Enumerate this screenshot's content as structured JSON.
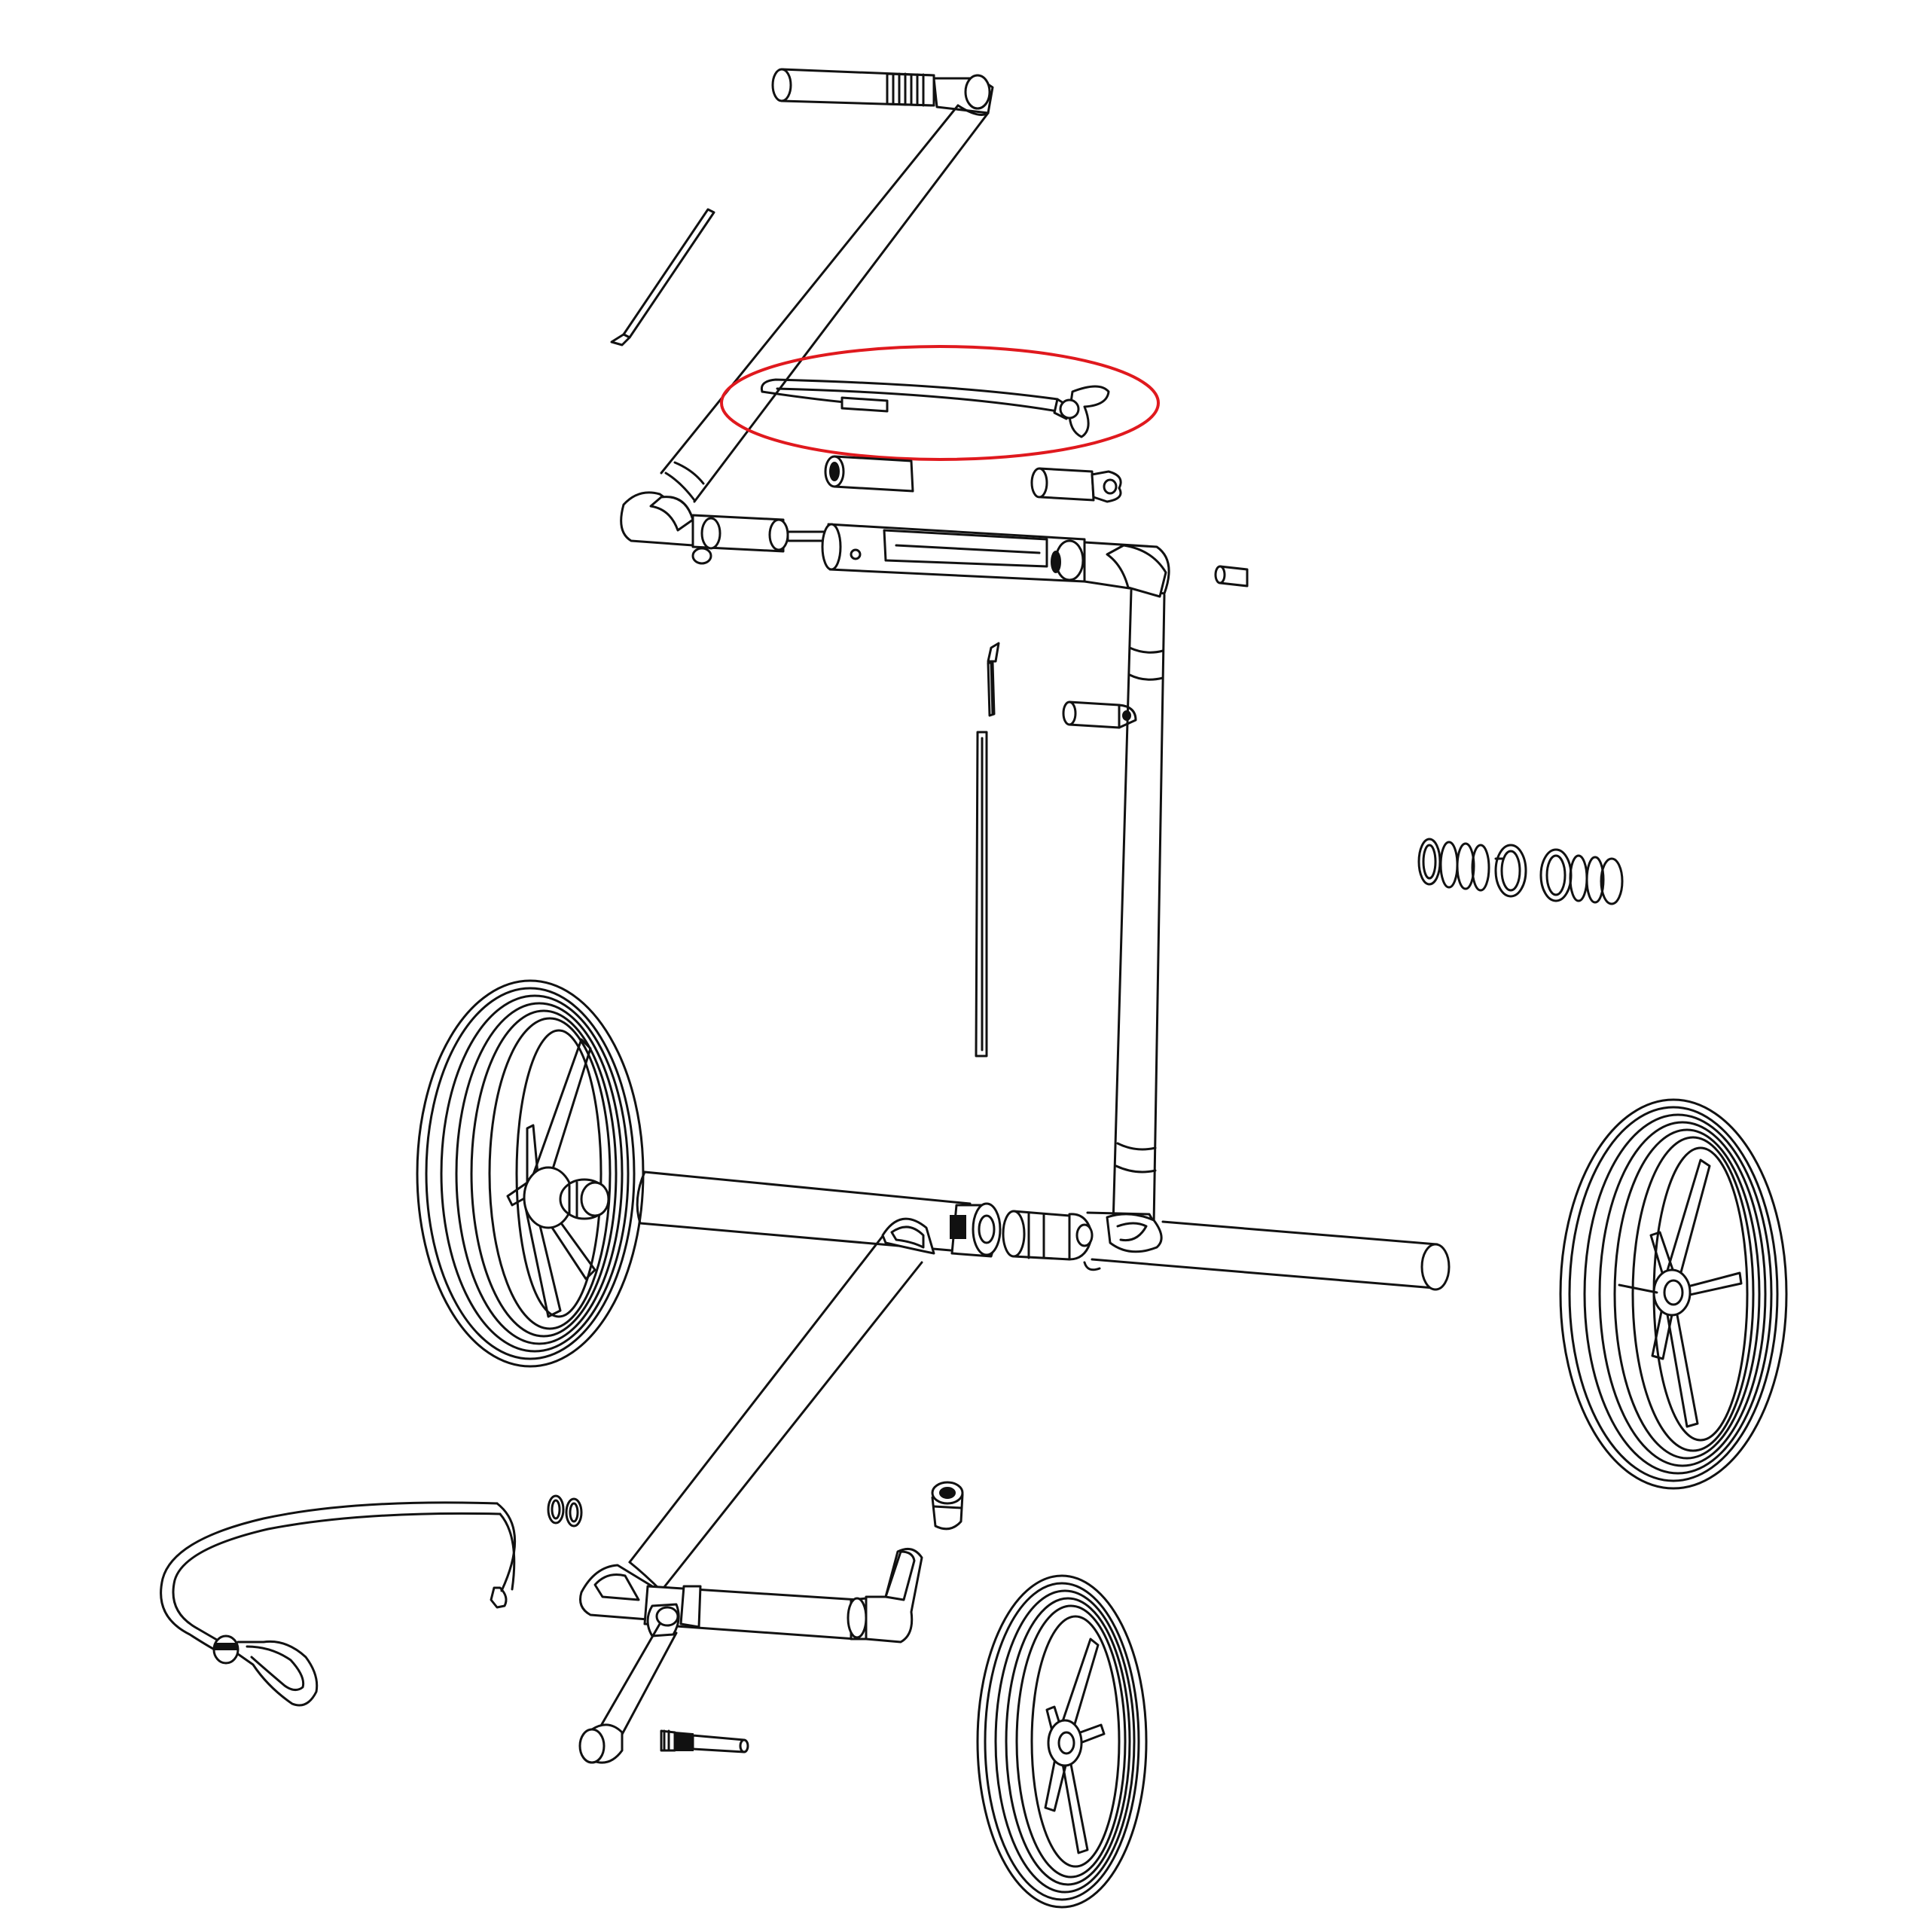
{
  "diagram": {
    "kind": "exploded-parts-view",
    "subject": "push-trolley",
    "line_color": "#111111",
    "background_color": "#ffffff",
    "highlight": {
      "part": "brake-cable-with-lever",
      "shape": "ellipse",
      "color": "#e0191e"
    },
    "parts": [
      "handle-grip",
      "upper-handle-tube",
      "cable-tie",
      "brake-cable-with-lever",
      "connector-sleeve",
      "locking-pin-sleeve",
      "upper-hinge-assembly",
      "small-pin",
      "split-pin",
      "support-rod",
      "hinge-bolt",
      "main-vertical-tube",
      "washer-set",
      "left-wheel",
      "right-wheel",
      "rear-axle",
      "front-leg-tube",
      "front-wheel",
      "front-fork-assembly",
      "end-cap",
      "rubber-foot",
      "spacers",
      "bungee-cord",
      "axle-bolt"
    ]
  }
}
